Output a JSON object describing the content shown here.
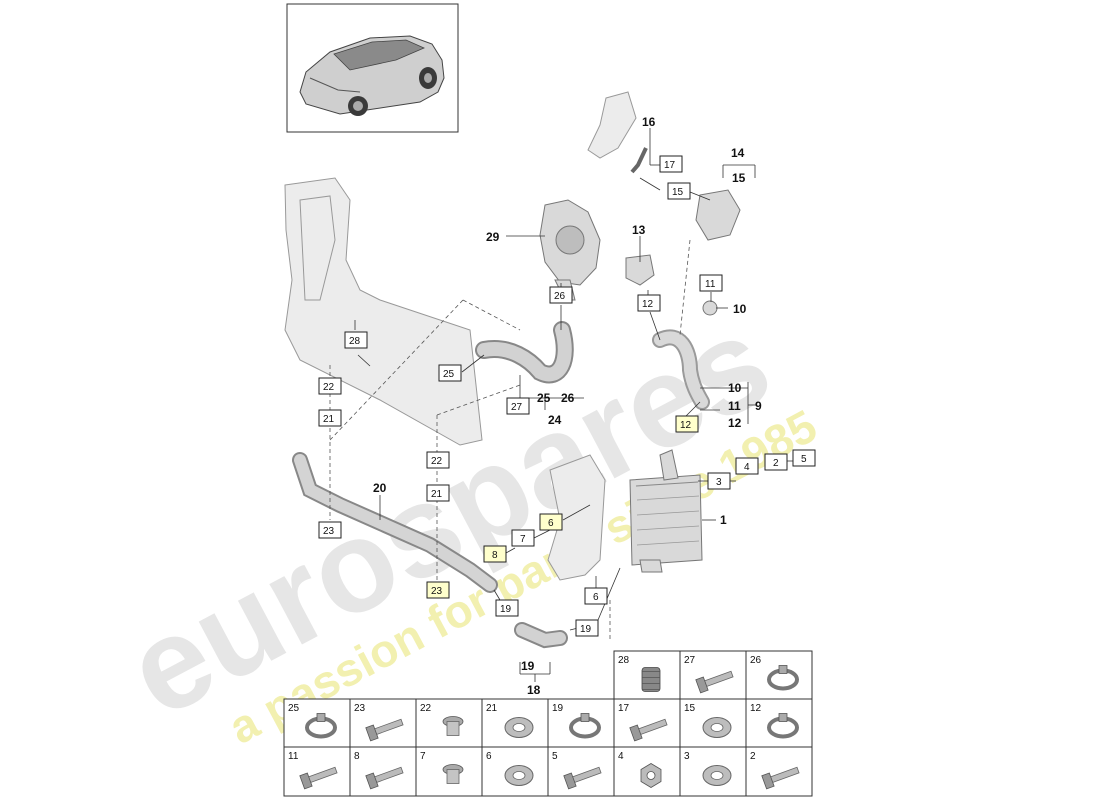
{
  "watermark": {
    "brand": "eurospares",
    "tagline": "a passion for parts since 1985"
  },
  "callouts": [
    {
      "id": "c16",
      "label": "16",
      "boxed": false
    },
    {
      "id": "c14",
      "label": "14",
      "boxed": false
    },
    {
      "id": "c15a",
      "label": "15",
      "boxed": false
    },
    {
      "id": "c17",
      "label": "17",
      "boxed": true
    },
    {
      "id": "c15b",
      "label": "15",
      "boxed": true
    },
    {
      "id": "c29",
      "label": "29",
      "boxed": false
    },
    {
      "id": "c13",
      "label": "13",
      "boxed": false
    },
    {
      "id": "c26a",
      "label": "26",
      "boxed": true
    },
    {
      "id": "c12a",
      "label": "12",
      "boxed": true
    },
    {
      "id": "c11a",
      "label": "11",
      "boxed": true
    },
    {
      "id": "c10a",
      "label": "10",
      "boxed": false
    },
    {
      "id": "c28",
      "label": "28",
      "boxed": true
    },
    {
      "id": "c25a",
      "label": "25",
      "boxed": true
    },
    {
      "id": "c22a",
      "label": "22",
      "boxed": true
    },
    {
      "id": "c21a",
      "label": "21",
      "boxed": true
    },
    {
      "id": "c27",
      "label": "27",
      "boxed": true
    },
    {
      "id": "c25b",
      "label": "25",
      "boxed": false
    },
    {
      "id": "c26b",
      "label": "26",
      "boxed": false
    },
    {
      "id": "c24",
      "label": "24",
      "boxed": false
    },
    {
      "id": "c10b",
      "label": "10",
      "boxed": false
    },
    {
      "id": "c11b",
      "label": "11",
      "boxed": false
    },
    {
      "id": "c12b",
      "label": "12",
      "boxed": false
    },
    {
      "id": "c9",
      "label": "9",
      "boxed": false
    },
    {
      "id": "c12c",
      "label": "12",
      "boxed": true
    },
    {
      "id": "c22b",
      "label": "22",
      "boxed": true
    },
    {
      "id": "c21b",
      "label": "21",
      "boxed": true
    },
    {
      "id": "c20",
      "label": "20",
      "boxed": false
    },
    {
      "id": "c3",
      "label": "3",
      "boxed": true
    },
    {
      "id": "c4",
      "label": "4",
      "boxed": true
    },
    {
      "id": "c2",
      "label": "2",
      "boxed": true
    },
    {
      "id": "c5",
      "label": "5",
      "boxed": true
    },
    {
      "id": "c1",
      "label": "1",
      "boxed": false
    },
    {
      "id": "c6a",
      "label": "6",
      "boxed": true
    },
    {
      "id": "c7",
      "label": "7",
      "boxed": true
    },
    {
      "id": "c8",
      "label": "8",
      "boxed": true
    },
    {
      "id": "c23a",
      "label": "23",
      "boxed": true
    },
    {
      "id": "c23b",
      "label": "23",
      "boxed": true
    },
    {
      "id": "c6b",
      "label": "6",
      "boxed": true
    },
    {
      "id": "c19a",
      "label": "19",
      "boxed": true
    },
    {
      "id": "c19b",
      "label": "19",
      "boxed": true
    },
    {
      "id": "c19c",
      "label": "19",
      "boxed": false
    },
    {
      "id": "c18",
      "label": "18",
      "boxed": false
    }
  ],
  "legend": [
    {
      "label": "28",
      "icon": "boot-icon"
    },
    {
      "label": "27",
      "icon": "bolt-icon"
    },
    {
      "label": "26",
      "icon": "clamp-icon"
    },
    {
      "label": "25",
      "icon": "clamp-icon"
    },
    {
      "label": "23",
      "icon": "bolt-icon"
    },
    {
      "label": "22",
      "icon": "grommet-icon"
    },
    {
      "label": "21",
      "icon": "ring-seal-icon"
    },
    {
      "label": "19",
      "icon": "clamp-icon"
    },
    {
      "label": "17",
      "icon": "screw-icon"
    },
    {
      "label": "15",
      "icon": "ring-seal-icon"
    },
    {
      "label": "12",
      "icon": "clamp-icon"
    },
    {
      "label": "11",
      "icon": "bolt-icon"
    },
    {
      "label": "8",
      "icon": "bolt-icon"
    },
    {
      "label": "7",
      "icon": "grommet-icon"
    },
    {
      "label": "6",
      "icon": "ring-seal-icon"
    },
    {
      "label": "5",
      "icon": "bolt-icon"
    },
    {
      "label": "4",
      "icon": "nut-icon"
    },
    {
      "label": "3",
      "icon": "washer-icon"
    },
    {
      "label": "2",
      "icon": "screw-icon"
    }
  ]
}
